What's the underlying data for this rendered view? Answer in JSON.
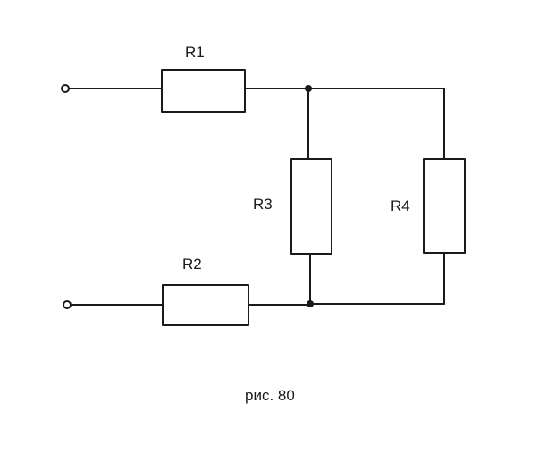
{
  "diagram": {
    "resistors": [
      {
        "id": "r1",
        "label": "R1"
      },
      {
        "id": "r2",
        "label": "R2"
      },
      {
        "id": "r3",
        "label": "R3"
      },
      {
        "id": "r4",
        "label": "R4"
      }
    ],
    "caption": "рис. 80"
  }
}
